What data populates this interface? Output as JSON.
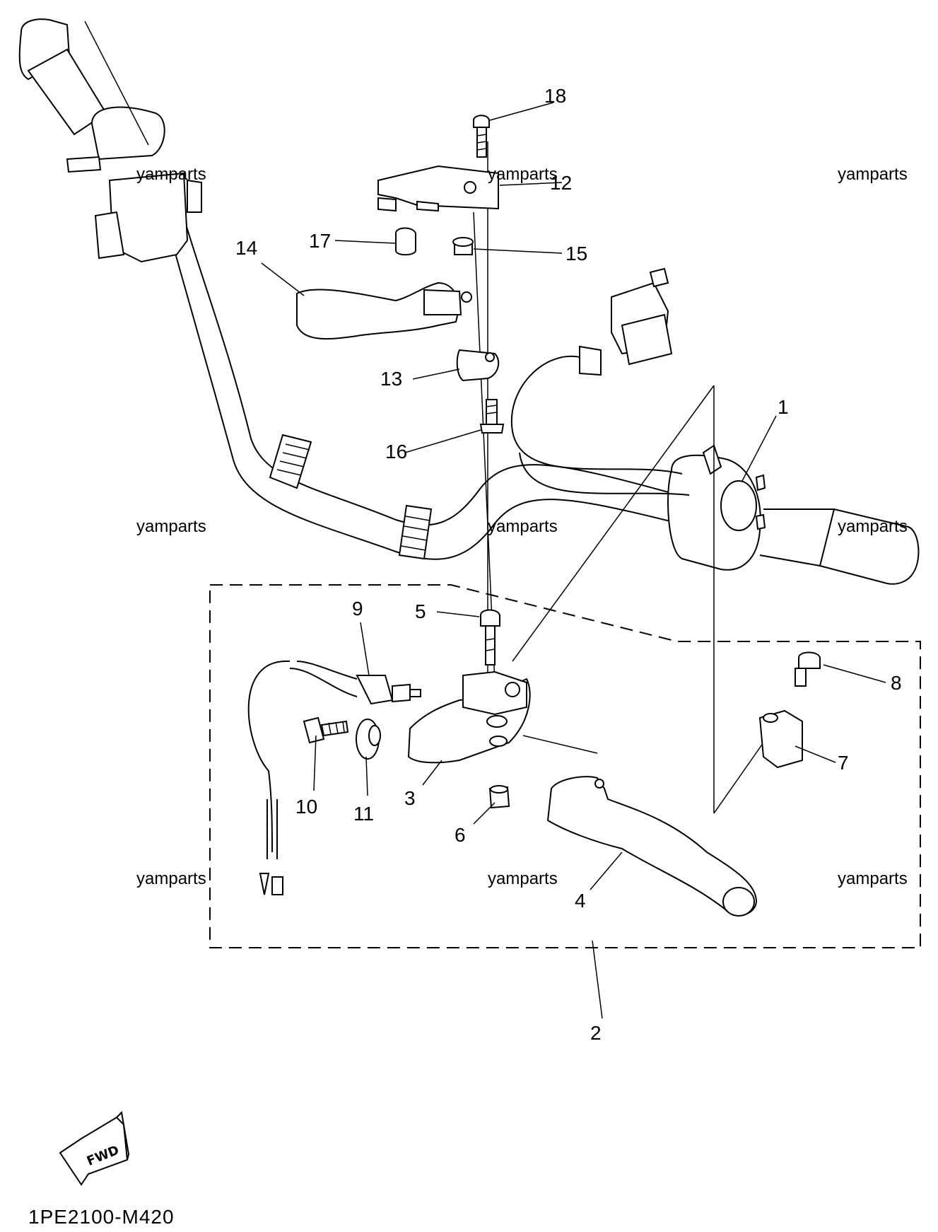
{
  "callouts": [
    "1",
    "2",
    "3",
    "4",
    "5",
    "6",
    "7",
    "8",
    "9",
    "10",
    "11",
    "12",
    "13",
    "14",
    "15",
    "16",
    "17",
    "18"
  ],
  "watermark": "yamparts",
  "fwd_label": "FWD",
  "diagram_code": "1PE2100-M420",
  "icons": {
    "fwd": "fwd-arrow-icon"
  }
}
